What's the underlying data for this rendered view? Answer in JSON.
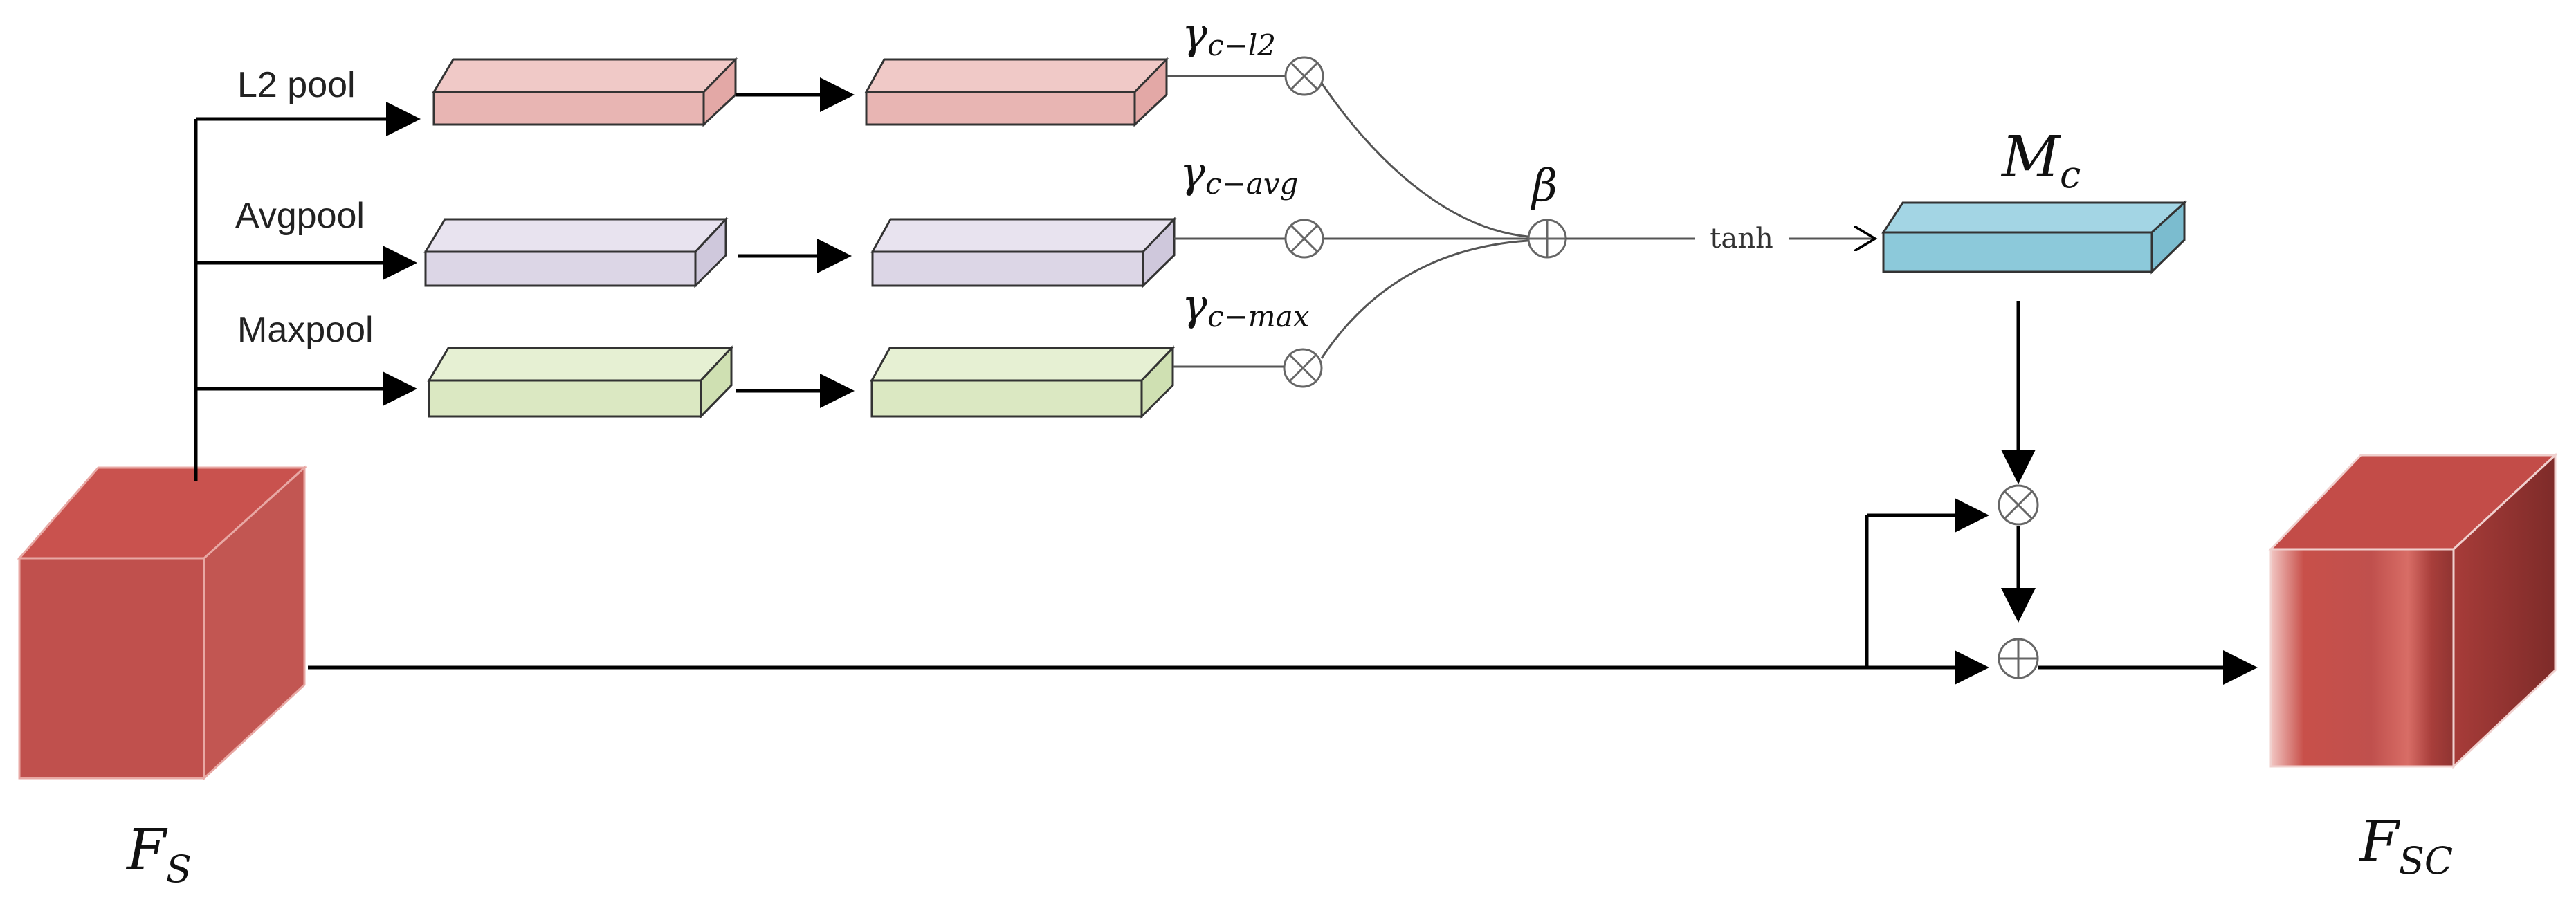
{
  "labels": {
    "l2pool": "L2 pool",
    "avgpool": "Avgpool",
    "maxpool": "Maxpool",
    "tanh": "tanh"
  },
  "symbols": {
    "gamma_l2": {
      "base": "γ",
      "sub": "c−l2"
    },
    "gamma_avg": {
      "base": "γ",
      "sub": "c−avg"
    },
    "gamma_max": {
      "base": "γ",
      "sub": "c−max"
    },
    "beta": "β",
    "mc": {
      "base": "M",
      "sub": "c"
    },
    "fs": {
      "base": "F",
      "sub": "S"
    },
    "fsc": {
      "base": "F",
      "sub": "SC"
    }
  },
  "operators": {
    "multiply": "⊗",
    "add": "⊕"
  },
  "colors": {
    "red_block": "#e8b5b3",
    "purple_block": "#dcd6e6",
    "green_block": "#dbe8c2",
    "mc_block": "#8cc9da",
    "cube": "#c0504d"
  }
}
